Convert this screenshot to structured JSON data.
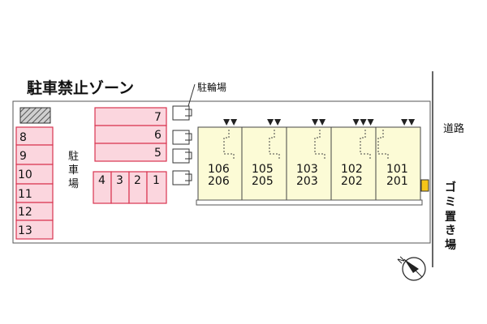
{
  "labels": {
    "no_parking_zone": "駐車禁止ゾーン",
    "bicycle_parking": "駐輪場",
    "parking_vertical": [
      "駐",
      "車",
      "場"
    ],
    "road": "道路",
    "garbage_vertical": [
      "ゴ",
      "ミ",
      "置",
      "き",
      "場"
    ]
  },
  "parking_left": [
    "8",
    "9",
    "10",
    "11",
    "12",
    "13"
  ],
  "parking_top": [
    "7",
    "6",
    "5"
  ],
  "parking_bottom": [
    "4",
    "3",
    "2",
    "1"
  ],
  "units": [
    {
      "upper": "106",
      "lower": "206",
      "entrances": 2
    },
    {
      "upper": "105",
      "lower": "205",
      "entrances": 2
    },
    {
      "upper": "103",
      "lower": "203",
      "entrances": 2
    },
    {
      "upper": "102",
      "lower": "202",
      "entrances": 3
    },
    {
      "upper": "101",
      "lower": "201",
      "entrances": 2
    }
  ],
  "compass": {
    "north_letter": "N"
  },
  "colors": {
    "parking_fill": "#fbd6de",
    "parking_border": "#d9344f",
    "building_fill": "#fcfbd6",
    "garbage_fill": "#f5c518"
  }
}
